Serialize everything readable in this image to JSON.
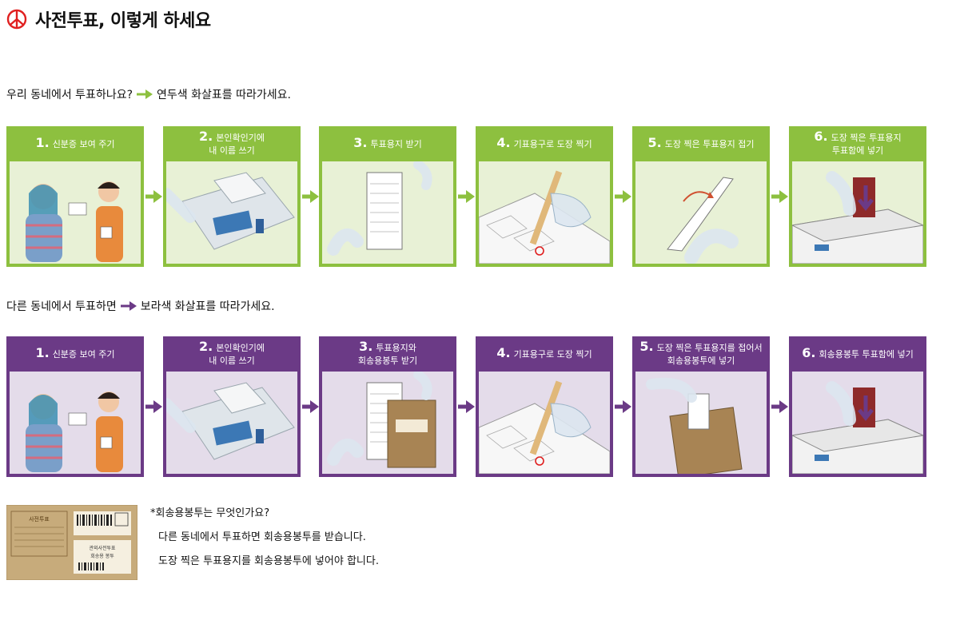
{
  "title": "사전투표, 이렇게 하세요",
  "colors": {
    "green": "#8dc03f",
    "green_light": "#e8f1d6",
    "purple": "#6b3a86",
    "purple_light": "#e4dcea"
  },
  "local": {
    "desc": "우리 동네에서 투표하나요?",
    "desc_tail": "연두색 화살표를 따라가세요.",
    "steps": [
      {
        "num": "1.",
        "line1": "신분증 보여 주기",
        "line2": ""
      },
      {
        "num": "2.",
        "line1": "본인확인기에",
        "line2": "내 이름 쓰기"
      },
      {
        "num": "3.",
        "line1": "투표용지 받기",
        "line2": ""
      },
      {
        "num": "4.",
        "line1": "기표용구로 도장 찍기",
        "line2": ""
      },
      {
        "num": "5.",
        "line1": "도장 찍은 투표용지 접기",
        "line2": ""
      },
      {
        "num": "6.",
        "line1": "도장 찍은 투표용지",
        "line2": "투표함에 넣기"
      }
    ]
  },
  "other": {
    "desc": "다른 동네에서 투표하면",
    "desc_tail": "보라색 화살표를 따라가세요.",
    "steps": [
      {
        "num": "1.",
        "line1": "신분증 보여 주기",
        "line2": ""
      },
      {
        "num": "2.",
        "line1": "본인확인기에",
        "line2": "내 이름 쓰기"
      },
      {
        "num": "3.",
        "line1": "투표용지와",
        "line2": "회송용봉투 받기"
      },
      {
        "num": "4.",
        "line1": "기표용구로 도장 찍기",
        "line2": ""
      },
      {
        "num": "5.",
        "line1": "도장 찍은 투표용지를 접어서",
        "line2": "회송용봉투에 넣기"
      },
      {
        "num": "6.",
        "line1": "회송용봉투 투표함에 넣기",
        "line2": ""
      }
    ]
  },
  "info": {
    "question": "*회송용봉투는 무엇인가요?",
    "answer1": "다른 동네에서 투표하면 회송용봉투를 받습니다.",
    "answer2": "도장 찍은 투표용지를 회송용봉투에 넣어야 합니다."
  },
  "envelope": {
    "heading": "사전투표",
    "lines": [
      "관외사전투표",
      "회송용 봉투"
    ]
  },
  "icons": {
    "title": "vote-check-icon",
    "arrow": "arrow-right-icon"
  }
}
